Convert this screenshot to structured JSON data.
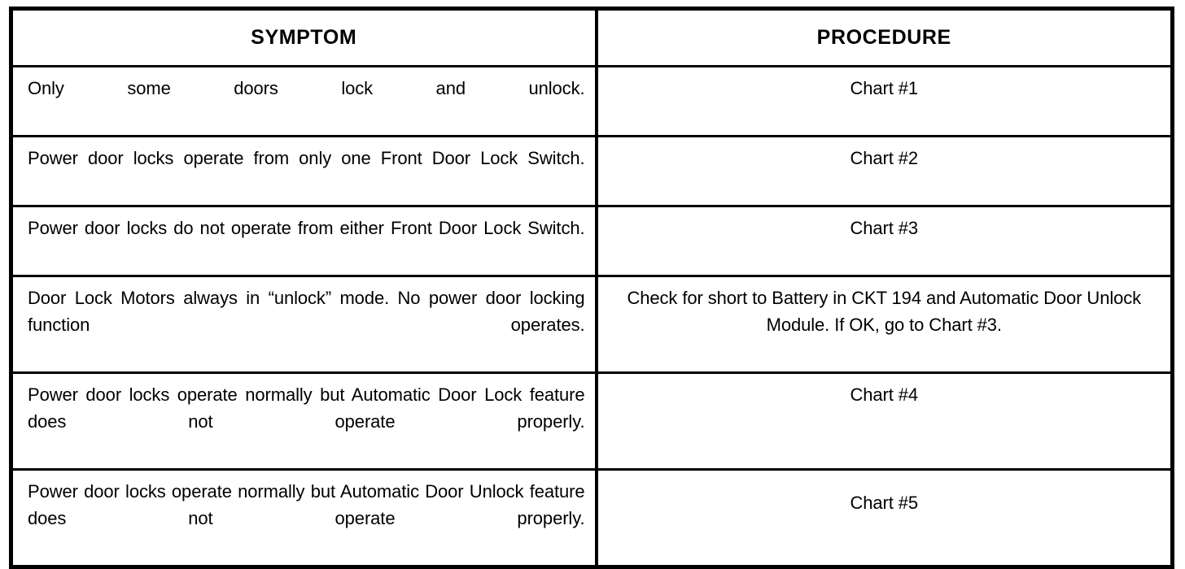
{
  "table": {
    "columns": [
      {
        "key": "symptom",
        "header": "SYMPTOM"
      },
      {
        "key": "procedure",
        "header": "PROCEDURE"
      }
    ],
    "rows": [
      {
        "symptom": "Only some doors lock and unlock.",
        "procedure": "Chart #1"
      },
      {
        "symptom": "Power door locks operate from only one Front Door Lock Switch.",
        "procedure": "Chart #2"
      },
      {
        "symptom": "Power door locks do not operate from either Front Door Lock Switch.",
        "procedure": "Chart #3"
      },
      {
        "symptom": "Door Lock Motors always in “unlock” mode. No power door locking function operates.",
        "procedure": "Check for short to Battery in CKT 194 and Automatic Door Unlock Module. If OK, go to Chart #3."
      },
      {
        "symptom": "Power door locks operate normally but Automatic Door Lock feature does not operate properly.",
        "procedure": "Chart #4"
      },
      {
        "symptom": "Power door locks operate normally but Automatic Door Unlock feature does not operate properly.",
        "procedure": "Chart #5"
      }
    ]
  },
  "colors": {
    "ink": "#000000",
    "paper": "#ffffff"
  }
}
